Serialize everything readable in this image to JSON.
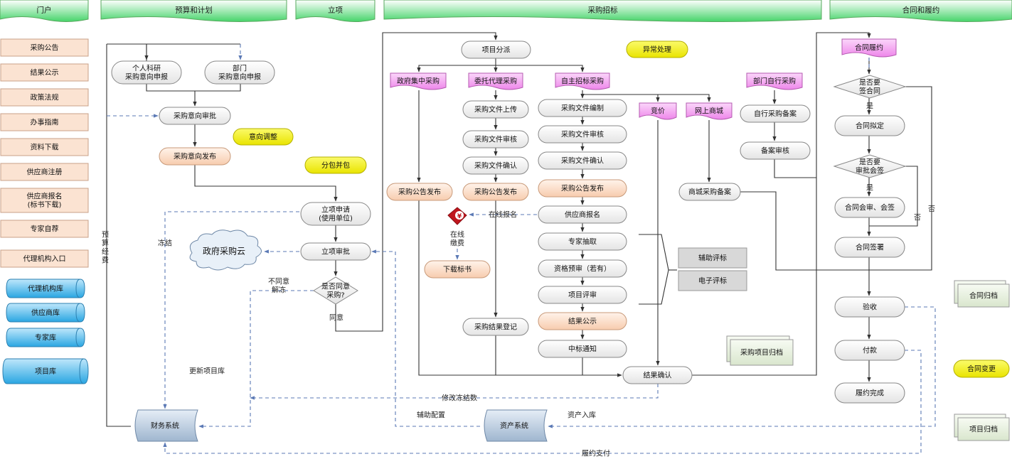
{
  "headers": {
    "portal": "门户",
    "budget": "预算和计划",
    "project": "立项",
    "bidding": "采购招标",
    "contract": "合同和履约"
  },
  "portal_items": [
    "采购公告",
    "结果公示",
    "政策法规",
    "办事指南",
    "资料下载",
    "供应商注册",
    "供应商报名\n(标书下载)",
    "专家自荐",
    "代理机构入口"
  ],
  "databases": [
    "代理机构库",
    "供应商库",
    "专家库",
    "项目库"
  ],
  "budget": {
    "personal": "个人科研\n采购意向申报",
    "dept": "部门\n采购意向申报",
    "approve": "采购意向审批",
    "publish": "采购意向发布",
    "adjust": "意向调整",
    "fund": "预\n算\n经\n费",
    "freeze": "冻结",
    "update": "更新项目库"
  },
  "project": {
    "split": "分包并包",
    "apply": "立项申请\n(使用单位)",
    "approve": "立项审批",
    "decision": "是否同意\n采购?",
    "agree": "同意",
    "disagree": "不同意\n解冻",
    "cloud": "政府采购云"
  },
  "bidding": {
    "dispatch": "项目分派",
    "exception": "异常处理",
    "gov": "政府集中采购",
    "agent": "委托代理采购",
    "self": "自主招标采购",
    "dept_self": "部门自行采购",
    "bid": "竞价",
    "mall": "网上商城",
    "gov_pub": "采购公告发布",
    "agent_steps": [
      "采购文件上传",
      "采购文件审核",
      "采购文件确认",
      "采购公告发布"
    ],
    "agent_result": "采购结果登记",
    "online_pay": "在线\n缴费",
    "download": "下载标书",
    "online_reg": "在线报名",
    "self_steps": [
      "采购文件编制",
      "采购文件审核",
      "采购文件确认",
      "采购公告发布",
      "供应商报名",
      "专家抽取",
      "资格预审（若有）",
      "项目评审",
      "结果公示",
      "中标通知"
    ],
    "assist_eval": "辅助评标",
    "e_eval": "电子评标",
    "dept_file": "自行采购备案",
    "dept_review": "备案审核",
    "mall_file": "商城采购备案",
    "confirm": "结果确认",
    "archive": "采购项目归档",
    "modify": "修改冻结数"
  },
  "systems": {
    "finance": "财务系统",
    "asset": "资产系统",
    "assist_cfg": "辅助配置",
    "asset_in": "资产入库",
    "perf_pay": "履约支付"
  },
  "contract": {
    "perform": "合同履约",
    "sign_q": "是否要\n签合同",
    "yes1": "是",
    "draft": "合同拟定",
    "approve_q": "是否要\n审批会签",
    "yes2": "是",
    "review": "合同会审、会签",
    "no1": "否",
    "no2": "否",
    "sign": "合同签署",
    "accept": "验收",
    "pay": "付款",
    "complete": "履约完成",
    "change": "合同变更",
    "c_archive": "合同归档",
    "p_archive": "项目归档"
  },
  "colors": {
    "header_top": "#ffffff",
    "header_bottom": "#46d46a",
    "portal_fill": "#fbe3d2",
    "db_fill": "#55b9e8",
    "rounded_fill": "#f4f4f4",
    "peach_fill": "#fbe0cf",
    "magenta_fill": "#f6a6f2",
    "yellow_fill": "#f4f000",
    "gray_box": "#d8d8d8",
    "flow_line": "#333333",
    "dash_line": "#5b79b5"
  }
}
